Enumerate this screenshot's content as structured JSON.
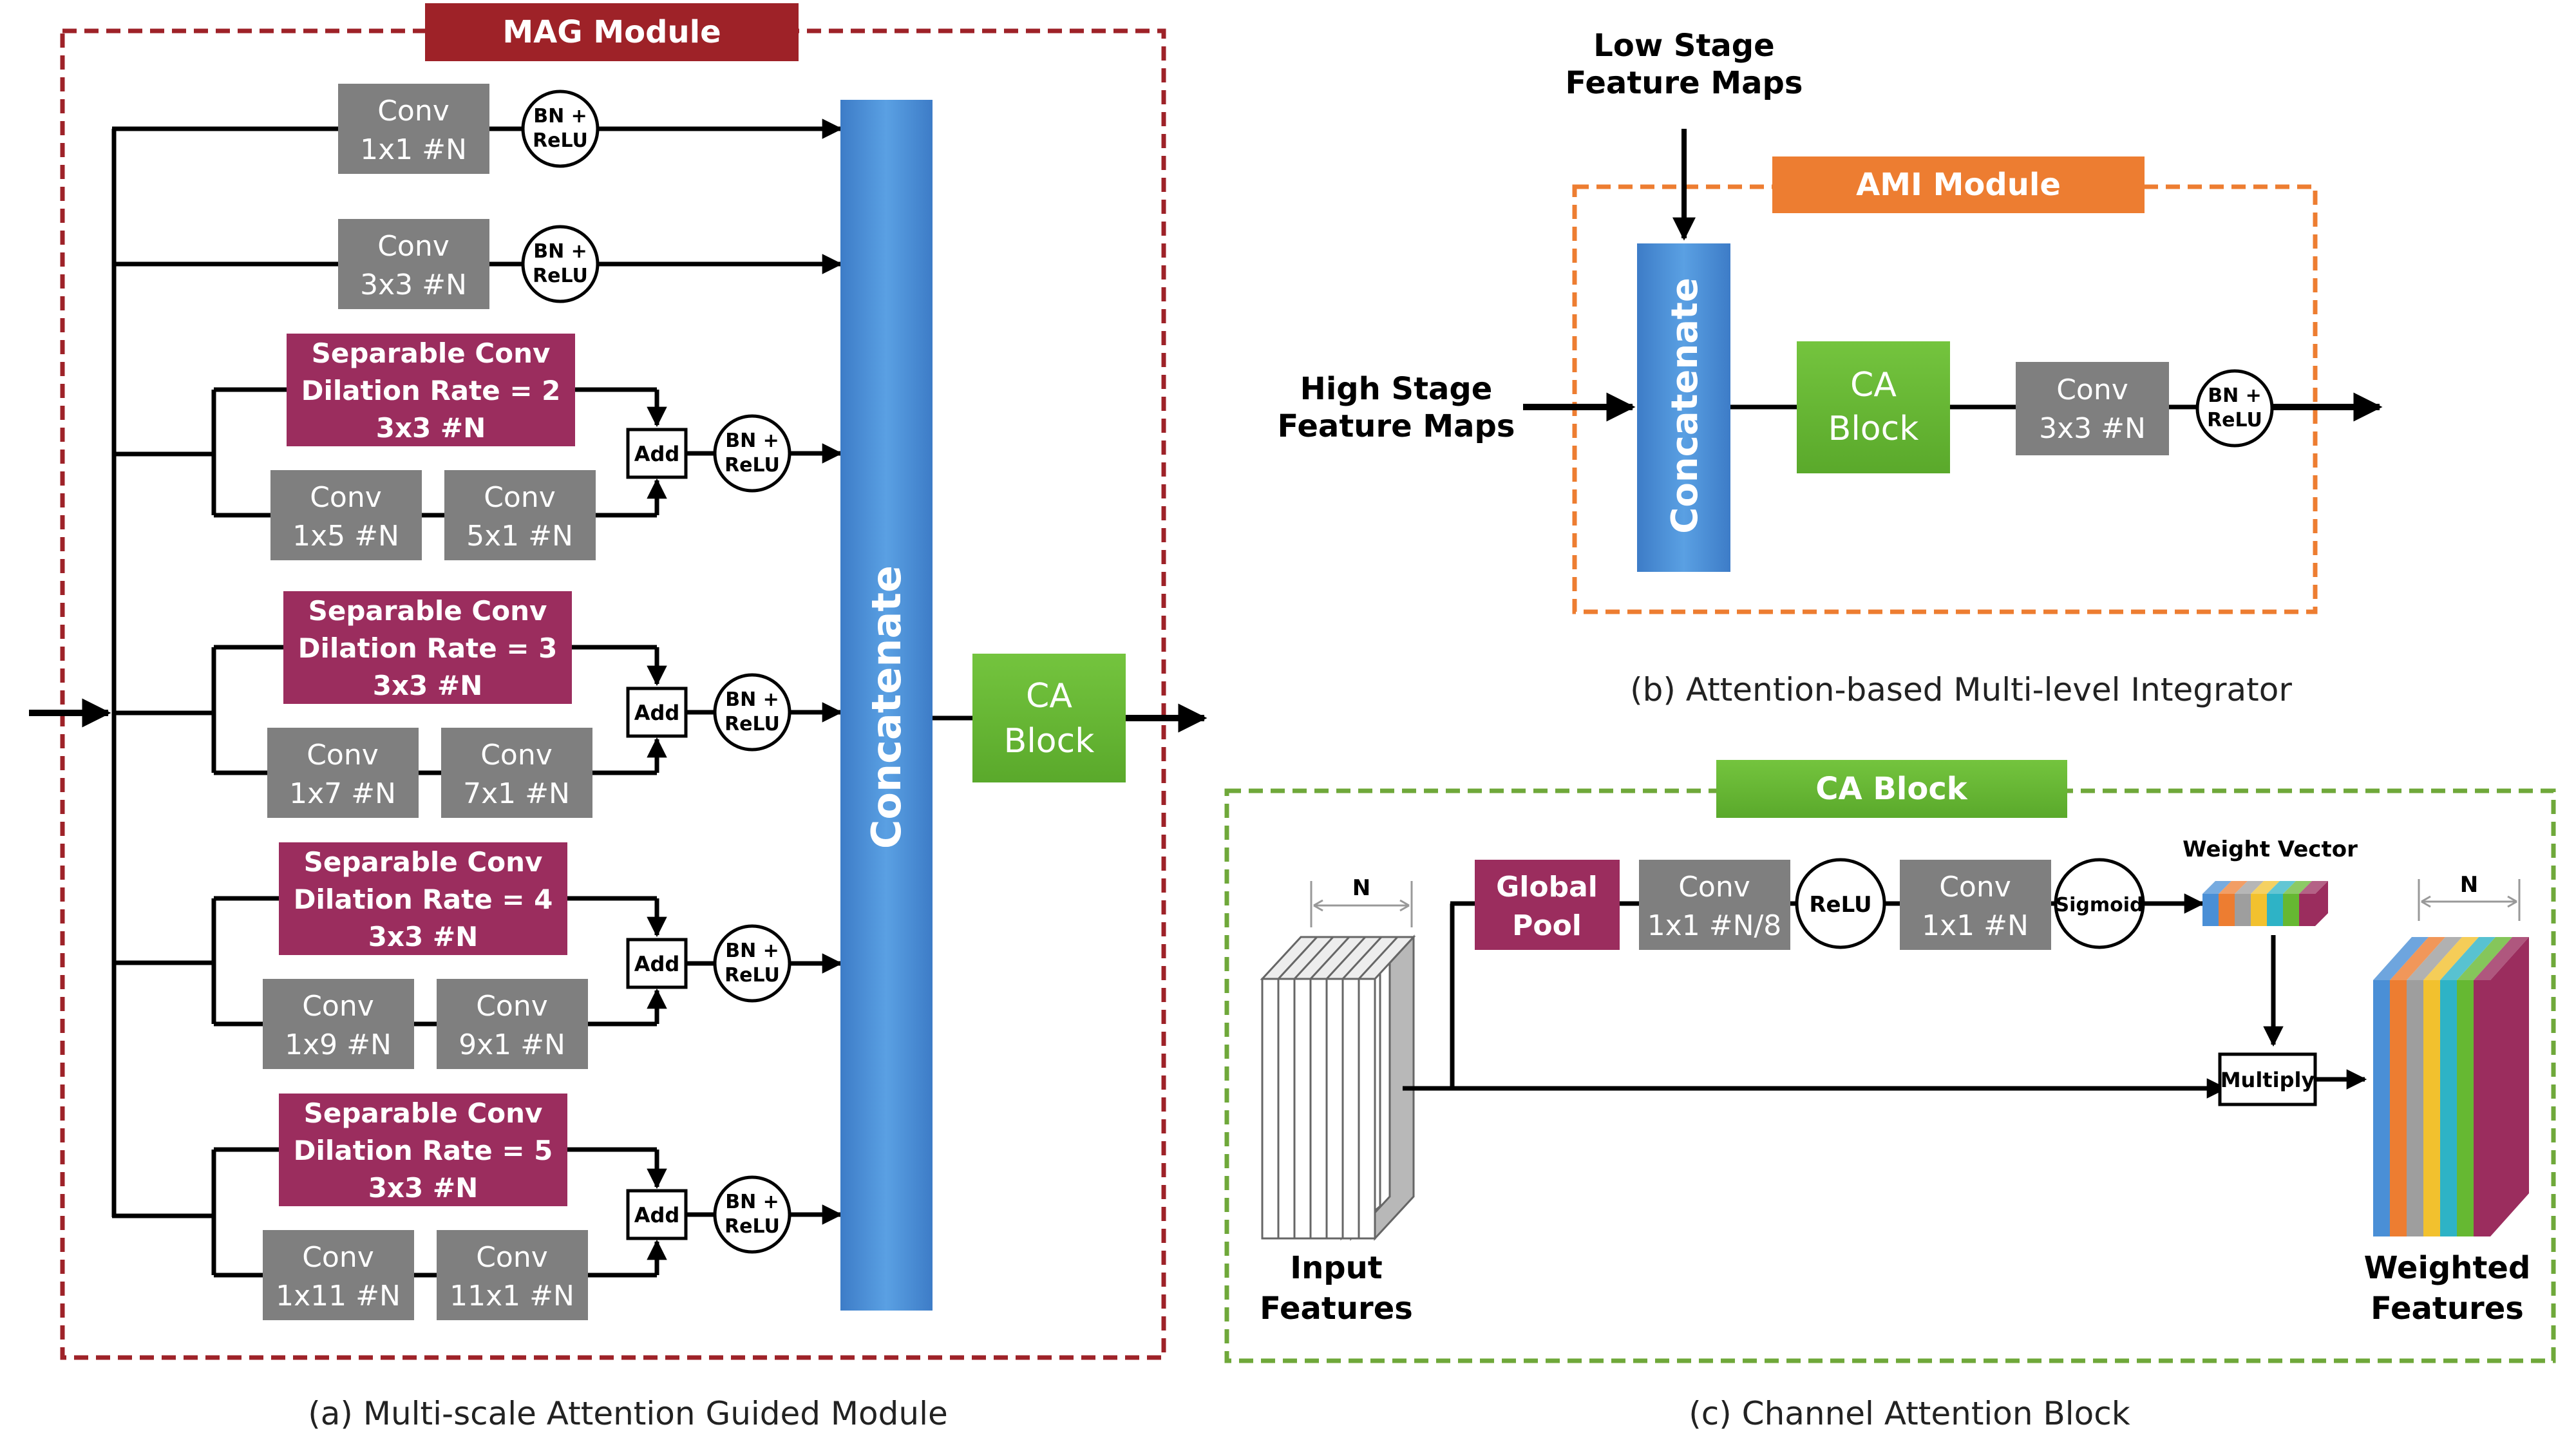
{
  "mag": {
    "title": "MAG Module",
    "caption": "(a) Multi-scale Attention Guided Module",
    "branch1": {
      "conv_l1": "Conv",
      "conv_l2": "1x1 #N",
      "bn_l1": "BN +",
      "bn_l2": "ReLU"
    },
    "branch2": {
      "conv_l1": "Conv",
      "conv_l2": "3x3 #N",
      "bn_l1": "BN +",
      "bn_l2": "ReLU"
    },
    "branch3": {
      "sep_l1": "Separable Conv",
      "sep_l2": "Dilation Rate = 2",
      "sep_l3": "3x3 #N",
      "convA_l1": "Conv",
      "convA_l2": "1x5 #N",
      "convB_l1": "Conv",
      "convB_l2": "5x1 #N",
      "add": "Add",
      "bn_l1": "BN +",
      "bn_l2": "ReLU"
    },
    "branch4": {
      "sep_l1": "Separable Conv",
      "sep_l2": "Dilation Rate = 3",
      "sep_l3": "3x3 #N",
      "convA_l1": "Conv",
      "convA_l2": "1x7 #N",
      "convB_l1": "Conv",
      "convB_l2": "7x1 #N",
      "add": "Add",
      "bn_l1": "BN +",
      "bn_l2": "ReLU"
    },
    "branch5": {
      "sep_l1": "Separable Conv",
      "sep_l2": "Dilation Rate = 4",
      "sep_l3": "3x3 #N",
      "convA_l1": "Conv",
      "convA_l2": "1x9 #N",
      "convB_l1": "Conv",
      "convB_l2": "9x1 #N",
      "add": "Add",
      "bn_l1": "BN +",
      "bn_l2": "ReLU"
    },
    "branch6": {
      "sep_l1": "Separable Conv",
      "sep_l2": "Dilation Rate = 5",
      "sep_l3": "3x3 #N",
      "convA_l1": "Conv",
      "convA_l2": "1x11 #N",
      "convB_l1": "Conv",
      "convB_l2": "11x1 #N",
      "add": "Add",
      "bn_l1": "BN +",
      "bn_l2": "ReLU"
    },
    "concat": "Concatenate",
    "ca_l1": "CA",
    "ca_l2": "Block"
  },
  "ami": {
    "title": "AMI Module",
    "caption": "(b) Attention-based Multi-level Integrator",
    "low_l1": "Low Stage",
    "low_l2": "Feature Maps",
    "high_l1": "High Stage",
    "high_l2": "Feature Maps",
    "concat": "Concatenate",
    "ca_l1": "CA",
    "ca_l2": "Block",
    "conv_l1": "Conv",
    "conv_l2": "3x3 #N",
    "bn_l1": "BN +",
    "bn_l2": "ReLU"
  },
  "cab": {
    "title": "CA Block",
    "caption": "(c) Channel Attention Block",
    "n_in": "N",
    "n_out": "N",
    "pool_l1": "Global",
    "pool_l2": "Pool",
    "conv1_l1": "Conv",
    "conv1_l2": "1x1 #N/8",
    "relu": "ReLU",
    "conv2_l1": "Conv",
    "conv2_l2": "1x1 #N",
    "sigmoid": "Sigmoid",
    "weight_vector": "Weight Vector",
    "multiply": "Multiply",
    "input_l1": "Input",
    "input_l2": "Features",
    "weighted_l1": "Weighted",
    "weighted_l2": "Features"
  },
  "colors": {
    "gray": "#7f7f7f",
    "magenta": "#9b2d5e",
    "blue": "#4a8fd6",
    "green": "#66b832",
    "mag_frame": "#9e2228",
    "ami_frame": "#ed7d31",
    "cab_frame": "#6fa83a"
  },
  "stripe_colors": [
    "#4a8fd6",
    "#ed7d31",
    "#9e9e9e",
    "#f2c12e",
    "#2eb3c6",
    "#66b832",
    "#9b2d5e"
  ]
}
